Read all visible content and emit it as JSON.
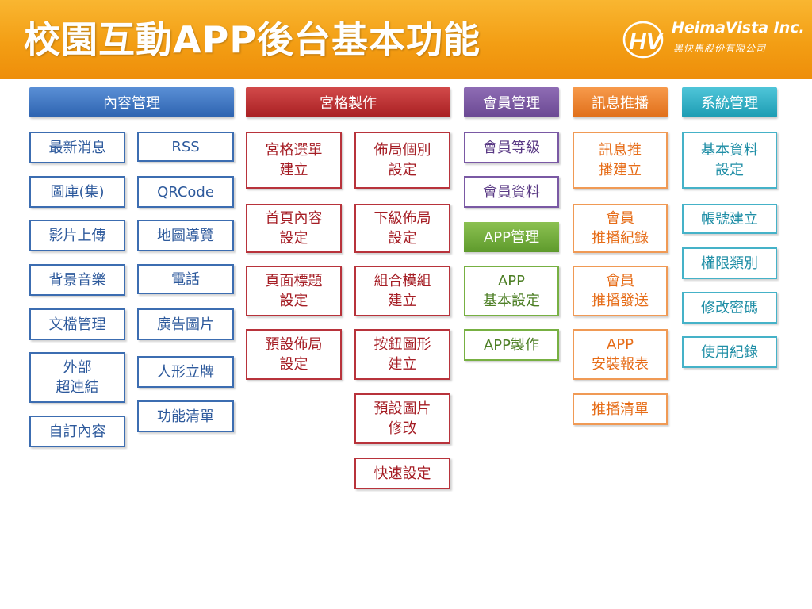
{
  "title": "校園互動APP後台基本功能",
  "logo": {
    "name": "HeimaVista Inc.",
    "subtitle": "黑快馬股份有限公司",
    "mark": "HV"
  },
  "colors": {
    "banner": "#f39e14",
    "blue": "#2d63b0",
    "red": "#a81f22",
    "purple": "#6b4993",
    "green": "#6ea13a",
    "orange": "#e06f1a",
    "cyan": "#1d9cb3"
  },
  "headers": {
    "content": "內容管理",
    "grid": "宮格製作",
    "member": "會員管理",
    "push": "訊息推播",
    "system": "系統管理"
  },
  "content": {
    "col1": [
      "最新消息",
      "圖庫(集)",
      "影片上傳",
      "背景音樂",
      "文檔管理",
      "外部\n超連結",
      "自訂內容"
    ],
    "col2": [
      "RSS",
      "QRCode",
      "地圖導覽",
      "電話",
      "廣告圖片",
      "人形立牌",
      "功能清單"
    ]
  },
  "grid": {
    "col1": [
      "宮格選單\n建立",
      "首頁內容\n設定",
      "頁面標題\n設定",
      "預設佈局\n設定"
    ],
    "col2": [
      "佈局個別\n設定",
      "下級佈局\n設定",
      "組合模組\n建立",
      "按鈕圖形\n建立",
      "預設圖片\n修改",
      "快速設定"
    ]
  },
  "member": {
    "items": [
      "會員等級",
      "會員資料"
    ],
    "app_header": "APP管理",
    "app_items": [
      "APP\n基本設定",
      "APP製作"
    ]
  },
  "push": {
    "items": [
      "訊息推\n播建立",
      "會員\n推播紀錄",
      "會員\n推播發送",
      "APP\n安裝報表",
      "推播清單"
    ]
  },
  "system": {
    "items": [
      "基本資料\n設定",
      "帳號建立",
      "權限類別",
      "修改密碼",
      "使用紀錄"
    ]
  }
}
